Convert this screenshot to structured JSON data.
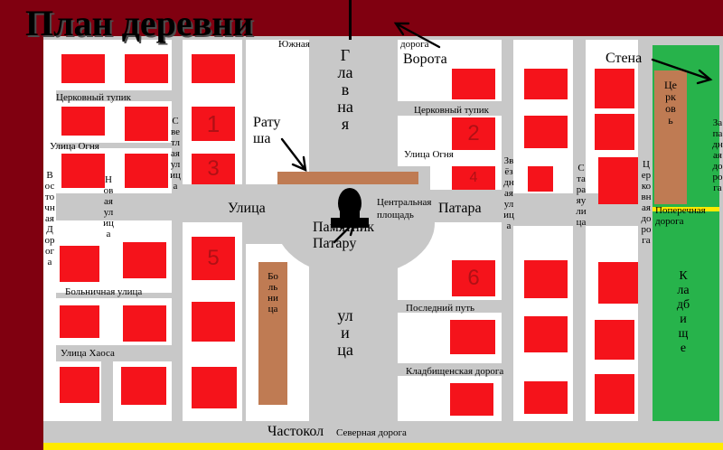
{
  "title": "План деревни",
  "main_street": {
    "name1": "Главная",
    "name2": "улица"
  },
  "upper_road": {
    "word1": "Южная",
    "word2": "дорога"
  },
  "gate": "Ворота",
  "wall": "Стена",
  "town_hall": {
    "line1": "Рату",
    "line2": "ша"
  },
  "monument": {
    "line1": "Памятник",
    "line2": "Патару"
  },
  "square": {
    "line1": "Центральная",
    "line2": "площадь"
  },
  "cross_street": {
    "left": "Улица",
    "right": "Патара"
  },
  "streets": {
    "church_lane_left": "Церковный тупик",
    "fire_left": "Улица Огня",
    "church_lane_right": "Церковный тупик",
    "fire_right": "Улица Огня",
    "hospital_street": "Больничная улица",
    "chaos": "Улица Хаоса",
    "last_way": "Последний путь",
    "cemetery_road": "Кладбищенская дорога",
    "cross_road": "Поперечная дорога",
    "north_road": "Северная дорога",
    "fence": "Частокол"
  },
  "vertical_streets": {
    "east_road": "ВосточнаяДорога",
    "new_street": "Новаяулица",
    "light_street": "Светлаяулица",
    "star_street": "Звёзднаяулица",
    "old_street": "Стараяулица",
    "church_road": "Церковнаядорога",
    "west_road": "Западнаядорога"
  },
  "buildings": {
    "church": "Церковь",
    "hospital": "Больница",
    "cemetery": "Кладбище"
  },
  "house_numbers": [
    "1",
    "2",
    "3",
    "4",
    "5",
    "6"
  ],
  "colors": {
    "background": "#800010",
    "road": "#c8c8c8",
    "block": "#ffffff",
    "house": "#f5131b",
    "building": "#bf7b53",
    "cemetery": "#27b34b",
    "fence_line": "#ffea00"
  }
}
